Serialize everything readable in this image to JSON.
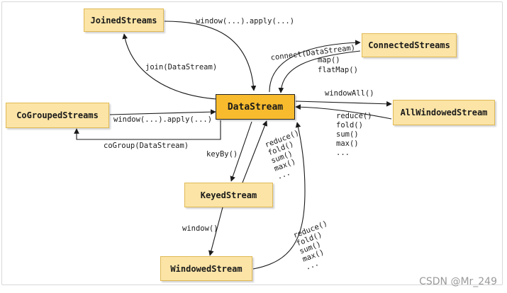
{
  "nodes": {
    "joined": "JoinedStreams",
    "connected": "ConnectedStreams",
    "cogrouped": "CoGroupedStreams",
    "datastream": "DataStream",
    "allwindowed": "AllWindowedStream",
    "keyed": "KeyedStream",
    "windowed": "WindowedStream"
  },
  "edges": {
    "joined_window_apply": "window(...).apply(...)",
    "join": "join(DataStream)",
    "connect": "connect(DataStream)",
    "map": "map()",
    "flatmap": "flatMap()",
    "window_all": "windowAll()",
    "cogroup_window_apply": "window(...).apply(...)",
    "cogroup": "coGroup(DataStream)",
    "keyby": "keyBy()",
    "window": "window()"
  },
  "reduce_lists": {
    "allwindowed": [
      "reduce()",
      "fold()",
      "sum()",
      "max()",
      "..."
    ],
    "keyed": [
      "reduce()",
      "fold()",
      "sum()",
      "max()",
      "..."
    ],
    "windowed": [
      "reduce()",
      "fold()",
      "sum()",
      "max()",
      "..."
    ]
  },
  "watermark": "CSDN @Mr_249",
  "colors": {
    "node_fill": "#fbe4a6",
    "node_border": "#e0b955",
    "center_fill": "#f8bb2e",
    "arrow": "#1a1a1a"
  }
}
